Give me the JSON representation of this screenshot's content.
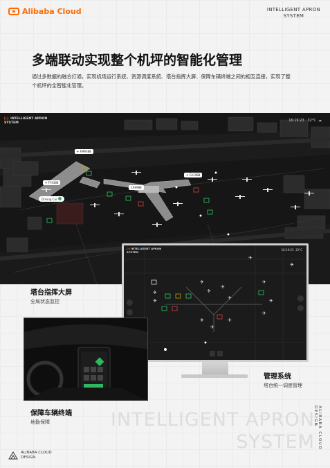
{
  "brand": {
    "name": "Alibaba Cloud",
    "color": "#ff6a00"
  },
  "header": {
    "tag_line1": "INTELLIGENT APRON",
    "tag_line2": "SYSTEM"
  },
  "title": "多端联动实现整个机坪的智能化管理",
  "description": "通过多数据的融合打通，实现机场运行系统、资源调度系统、塔台指挥大屏、保障车辆终端之间的相互连接，实现了整个机坪的全智能化管理。",
  "hero": {
    "header_line1": "INTELLIGENT APRON",
    "header_line2": "SYSTEM",
    "time": "16:19:23",
    "temp": "32°C",
    "flights": [
      {
        "code": "FM9388"
      },
      {
        "code": "FF4388"
      },
      {
        "code": "CA9988"
      },
      {
        "code": "CA1988"
      },
      {
        "code": "Driving Car"
      }
    ]
  },
  "monitor": {
    "header_line1": "INTELLIGENT APRON",
    "header_line2": "SYSTEM",
    "time": "16:19:23",
    "temp": "32°C"
  },
  "sections": {
    "tower": {
      "title": "塔台指挥大屏",
      "sub": "全局状态监控"
    },
    "mgmt": {
      "title": "管理系统",
      "sub": "塔台统一调度管理"
    },
    "vehicle": {
      "title": "保障车辆终端",
      "sub": "地勤保障"
    }
  },
  "watermark": {
    "line1": "INTELLIGENT APRON",
    "line2": "SYSTEM"
  },
  "vertical_text": "ALIBABA CLOUD DESIGN",
  "footer": {
    "line1": "ALIBABA CLOUD",
    "line2": "DESIGN"
  }
}
